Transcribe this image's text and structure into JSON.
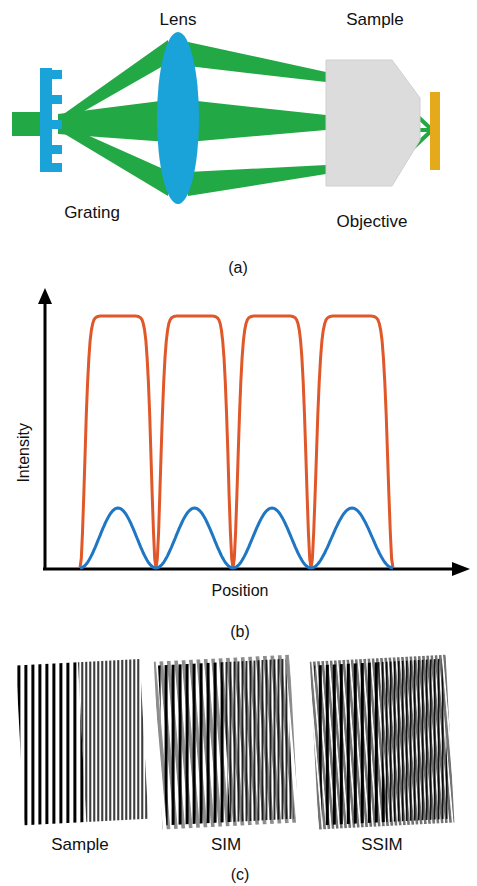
{
  "diagram": {
    "labels": [
      "Lens",
      "Sample",
      "Grating",
      "Objective",
      "(a)",
      "Intensity",
      "Position",
      "(b)",
      "Sample",
      "SIM",
      "SSIM",
      "(c)"
    ]
  }
}
